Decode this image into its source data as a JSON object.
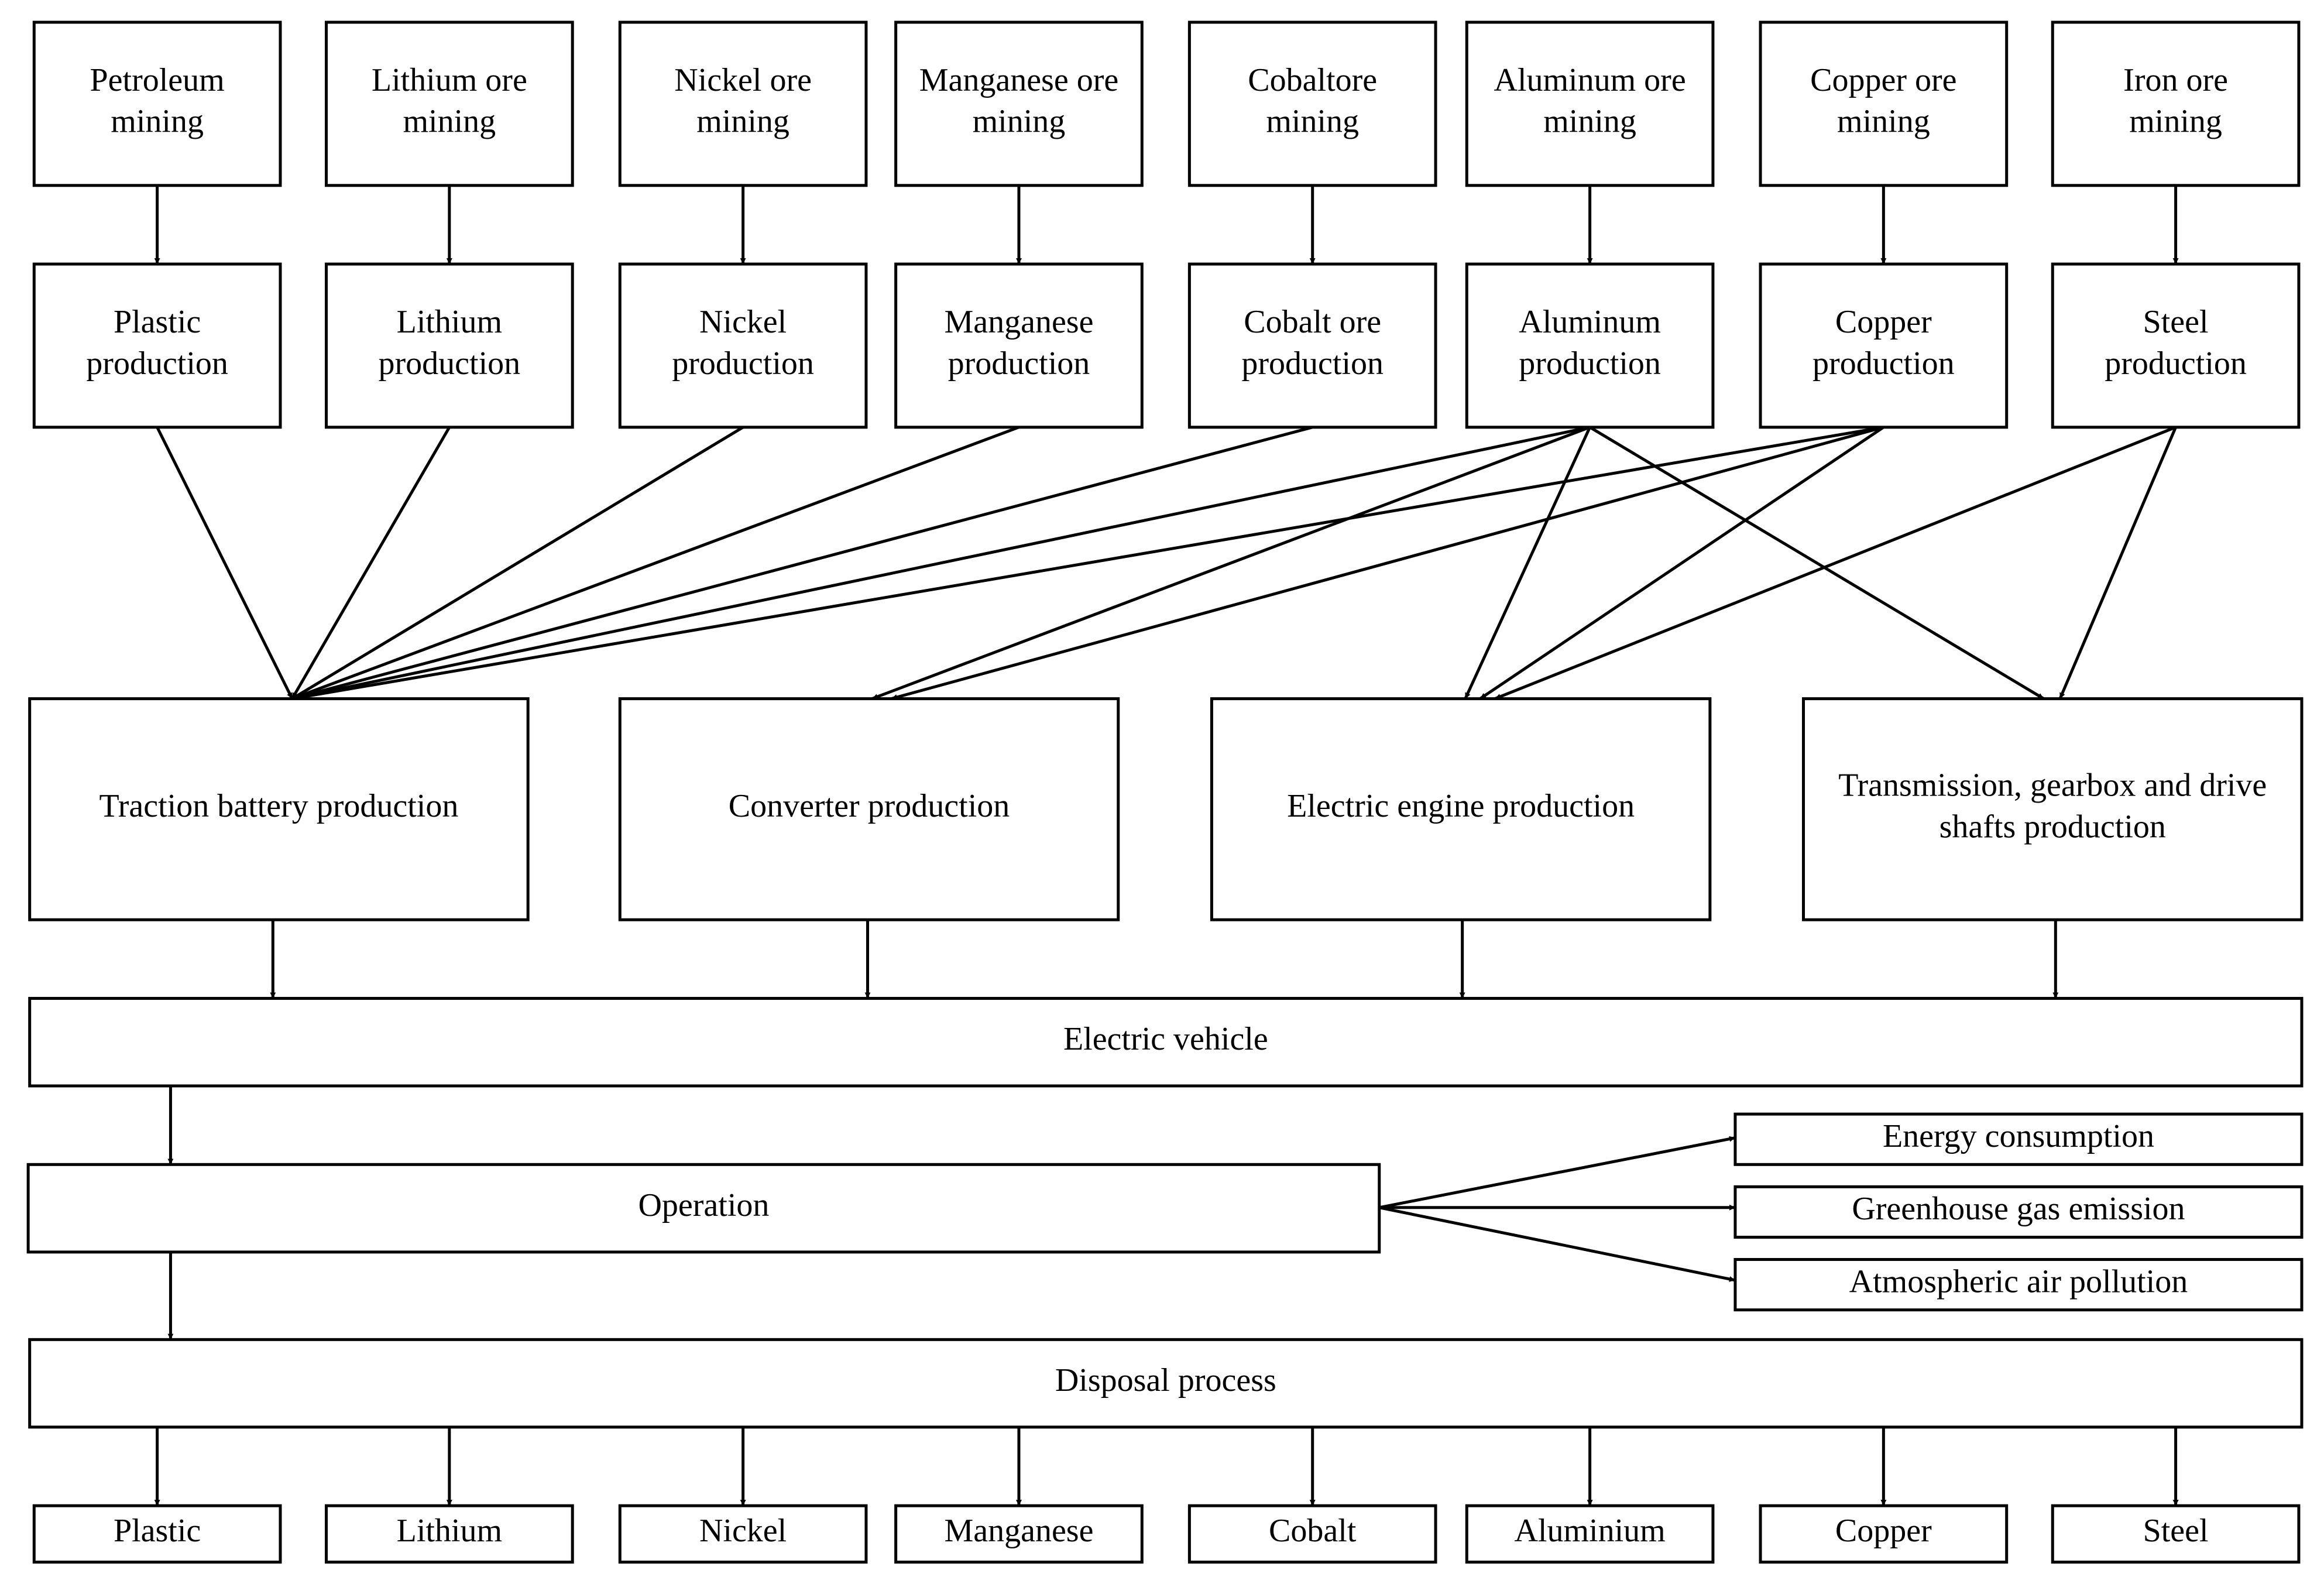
{
  "diagram": {
    "type": "flowchart",
    "mining": [
      {
        "id": "m-petroleum",
        "lines": [
          "Petroleum",
          "mining"
        ]
      },
      {
        "id": "m-lithium",
        "lines": [
          "Lithium ore",
          "mining"
        ]
      },
      {
        "id": "m-nickel",
        "lines": [
          "Nickel ore",
          "mining"
        ]
      },
      {
        "id": "m-manganese",
        "lines": [
          "Manganese ore",
          "mining"
        ]
      },
      {
        "id": "m-cobalt",
        "lines": [
          "Cobaltore",
          "mining"
        ]
      },
      {
        "id": "m-aluminum",
        "lines": [
          "Aluminum ore",
          "mining"
        ]
      },
      {
        "id": "m-copper",
        "lines": [
          "Copper ore",
          "mining"
        ]
      },
      {
        "id": "m-iron",
        "lines": [
          "Iron ore",
          "mining"
        ]
      }
    ],
    "materials": [
      {
        "id": "p-plastic",
        "lines": [
          "Plastic",
          "production"
        ]
      },
      {
        "id": "p-lithium",
        "lines": [
          "Lithium",
          "production"
        ]
      },
      {
        "id": "p-nickel",
        "lines": [
          "Nickel",
          "production"
        ]
      },
      {
        "id": "p-manganese",
        "lines": [
          "Manganese",
          "production"
        ]
      },
      {
        "id": "p-cobalt",
        "lines": [
          "Cobalt ore",
          "production"
        ]
      },
      {
        "id": "p-aluminum",
        "lines": [
          "Aluminum",
          "production"
        ]
      },
      {
        "id": "p-copper",
        "lines": [
          "Copper",
          "production"
        ]
      },
      {
        "id": "p-steel",
        "lines": [
          "Steel",
          "production"
        ]
      }
    ],
    "components": [
      {
        "id": "c-battery",
        "lines": [
          "Traction battery production"
        ]
      },
      {
        "id": "c-converter",
        "lines": [
          "Converter production"
        ]
      },
      {
        "id": "c-engine",
        "lines": [
          "Electric engine production"
        ]
      },
      {
        "id": "c-transmission",
        "lines": [
          "Transmission, gearbox and drive",
          "shafts production"
        ]
      }
    ],
    "vehicle": {
      "id": "ev",
      "lines": [
        "Electric vehicle"
      ]
    },
    "operation": {
      "id": "op",
      "lines": [
        "Operation"
      ]
    },
    "impacts": [
      {
        "id": "i-energy",
        "lines": [
          "Energy consumption"
        ]
      },
      {
        "id": "i-ghg",
        "lines": [
          "Greenhouse gas emission"
        ]
      },
      {
        "id": "i-air",
        "lines": [
          "Atmospheric air pollution"
        ]
      }
    ],
    "disposal": {
      "id": "disp",
      "lines": [
        "Disposal process"
      ]
    },
    "recovered": [
      {
        "id": "r-plastic",
        "lines": [
          "Plastic"
        ]
      },
      {
        "id": "r-lithium",
        "lines": [
          "Lithium"
        ]
      },
      {
        "id": "r-nickel",
        "lines": [
          "Nickel"
        ]
      },
      {
        "id": "r-manganese",
        "lines": [
          "Manganese"
        ]
      },
      {
        "id": "r-cobalt",
        "lines": [
          "Cobalt"
        ]
      },
      {
        "id": "r-aluminium",
        "lines": [
          "Aluminium"
        ]
      },
      {
        "id": "r-copper",
        "lines": [
          "Copper"
        ]
      },
      {
        "id": "r-steel",
        "lines": [
          "Steel"
        ]
      }
    ],
    "edges": [
      [
        "m-petroleum",
        "p-plastic"
      ],
      [
        "m-lithium",
        "p-lithium"
      ],
      [
        "m-nickel",
        "p-nickel"
      ],
      [
        "m-manganese",
        "p-manganese"
      ],
      [
        "m-cobalt",
        "p-cobalt"
      ],
      [
        "m-aluminum",
        "p-aluminum"
      ],
      [
        "m-copper",
        "p-copper"
      ],
      [
        "m-iron",
        "p-steel"
      ],
      [
        "p-plastic",
        "c-battery"
      ],
      [
        "p-lithium",
        "c-battery"
      ],
      [
        "p-nickel",
        "c-battery"
      ],
      [
        "p-manganese",
        "c-battery"
      ],
      [
        "p-cobalt",
        "c-battery"
      ],
      [
        "p-aluminum",
        "c-battery"
      ],
      [
        "p-copper",
        "c-battery"
      ],
      [
        "p-aluminum",
        "c-converter"
      ],
      [
        "p-copper",
        "c-converter"
      ],
      [
        "p-aluminum",
        "c-engine"
      ],
      [
        "p-copper",
        "c-engine"
      ],
      [
        "p-steel",
        "c-engine"
      ],
      [
        "p-aluminum",
        "c-transmission"
      ],
      [
        "p-steel",
        "c-transmission"
      ],
      [
        "c-battery",
        "ev"
      ],
      [
        "c-converter",
        "ev"
      ],
      [
        "c-engine",
        "ev"
      ],
      [
        "c-transmission",
        "ev"
      ],
      [
        "ev",
        "op"
      ],
      [
        "op",
        "i-energy"
      ],
      [
        "op",
        "i-ghg"
      ],
      [
        "op",
        "i-air"
      ],
      [
        "op",
        "disp"
      ],
      [
        "disp",
        "r-plastic"
      ],
      [
        "disp",
        "r-lithium"
      ],
      [
        "disp",
        "r-nickel"
      ],
      [
        "disp",
        "r-manganese"
      ],
      [
        "disp",
        "r-cobalt"
      ],
      [
        "disp",
        "r-aluminium"
      ],
      [
        "disp",
        "r-copper"
      ],
      [
        "disp",
        "r-steel"
      ]
    ]
  }
}
